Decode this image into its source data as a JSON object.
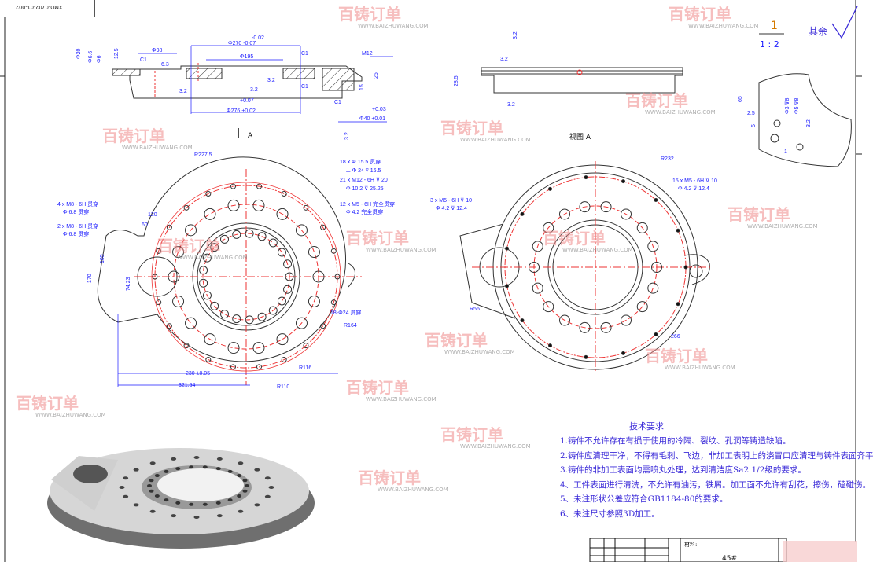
{
  "title_block": {
    "drawing_code": "XMD-0702-01-002",
    "material_label": "材料:",
    "material_value": "45#"
  },
  "scale": {
    "top": "1",
    "bottom": "1 : 2"
  },
  "roughness": {
    "rest_label": "其余"
  },
  "watermark": {
    "brand": "百铸订单",
    "url": "WWW.BAIZHUWANG.COM"
  },
  "section_view": {
    "dims": [
      "-0.02",
      "Φ270 -0.07",
      "Φ195",
      "Φ98",
      "C1",
      "C1",
      "C1",
      "C1",
      "6.3",
      "3.2",
      "3.2",
      "3.2",
      "Φ20",
      "Φ6.6",
      "Φ6",
      "12.5",
      "M12",
      "25",
      "15",
      "+0.07",
      "Φ276 +0.02",
      "+0.03",
      "Φ40 +0.01",
      "3.2"
    ],
    "arrow_label": "A"
  },
  "view_a": {
    "label": "视图 A",
    "dims": [
      "3.2",
      "3.2",
      "28.5",
      "3.2"
    ]
  },
  "left_plan": {
    "callouts": [
      "18 x Φ 15.5 贯穿",
      "⌴ Φ 24 ⊽ 16.5",
      "21 x M12 - 6H ⊽ 20",
      "Φ 10.2 ⊽ 25.25",
      "12 x M5 - 6H 完全贯穿",
      "Φ 4.2 完全贯穿",
      "4 x M8 - 6H 贯穿",
      "Φ 6.8 贯穿",
      "2 x M8 - 6H 贯穿",
      "Φ 6.8 贯穿",
      "18-Φ24 贯穿"
    ],
    "dims": [
      "R227.5",
      "120",
      "60",
      "170",
      "105",
      "74.23",
      "230 ±0.05",
      "321.54",
      "R164",
      "R116",
      "R110"
    ]
  },
  "right_plan": {
    "callouts": [
      "3 x M5 - 6H ⊽ 10",
      "Φ 4.2 ⊽ 12.4",
      "15 x M5 - 6H ⊽ 10",
      "Φ 4.2 ⊽ 12.4"
    ],
    "dims": [
      "R232",
      "R56",
      "266"
    ]
  },
  "detail_view": {
    "dims": [
      "65",
      "2.5",
      "5",
      "Φ3 ⊽8",
      "Φ5 ⊽8",
      "1",
      "3.2"
    ]
  },
  "requirements": {
    "title": "技术要求",
    "items": [
      "1.铸件不允许存在有损于使用的冷隔、裂纹、孔洞等铸造缺陷。",
      "2.铸件应清理干净，不得有毛刺、飞边，非加工表明上的浇冒口应清理与铸件表面齐平。",
      "3.铸件的非加工表面均需喷丸处理，达到清洁度Sa2 1/2级的要求。",
      "4、工件表面进行清洗，不允许有油污，铁屑。加工面不允许有刮花，擦伤，磕碰伤。",
      "5、未注形状公差应符合GB1184-80的要求。",
      "6、未注尺寸参照3D加工。"
    ]
  }
}
